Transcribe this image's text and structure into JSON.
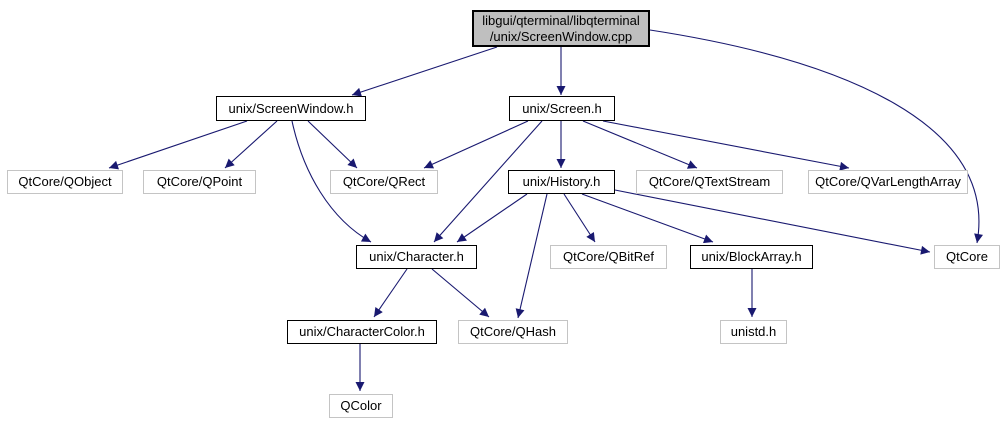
{
  "graph": {
    "type": "doxygen-include-dependency-graph",
    "edge_color": "#191970",
    "current_node_fill": "#bfbfbf",
    "internal_node_border": "#000000",
    "external_node_border": "#c4c4c4",
    "nodes": {
      "cpp": {
        "label": "libgui/qterminal/libqterminal\n/unix/ScreenWindow.cpp",
        "kind": "current"
      },
      "screenwindow_h": {
        "label": "unix/ScreenWindow.h",
        "kind": "internal"
      },
      "screen_h": {
        "label": "unix/Screen.h",
        "kind": "internal"
      },
      "qobject": {
        "label": "QtCore/QObject",
        "kind": "external"
      },
      "qpoint": {
        "label": "QtCore/QPoint",
        "kind": "external"
      },
      "qrect": {
        "label": "QtCore/QRect",
        "kind": "external"
      },
      "history_h": {
        "label": "unix/History.h",
        "kind": "internal"
      },
      "qtextstream": {
        "label": "QtCore/QTextStream",
        "kind": "external"
      },
      "qvarlengtharray": {
        "label": "QtCore/QVarLengthArray",
        "kind": "external"
      },
      "character_h": {
        "label": "unix/Character.h",
        "kind": "internal"
      },
      "qbitref": {
        "label": "QtCore/QBitRef",
        "kind": "external"
      },
      "blockarray_h": {
        "label": "unix/BlockArray.h",
        "kind": "internal"
      },
      "qtcore": {
        "label": "QtCore",
        "kind": "external"
      },
      "charactercolor_h": {
        "label": "unix/CharacterColor.h",
        "kind": "internal"
      },
      "qhash": {
        "label": "QtCore/QHash",
        "kind": "external"
      },
      "unistd_h": {
        "label": "unistd.h",
        "kind": "external"
      },
      "qcolor": {
        "label": "QColor",
        "kind": "external"
      }
    },
    "edges": [
      {
        "from": "cpp",
        "to": "screenwindow_h"
      },
      {
        "from": "cpp",
        "to": "screen_h"
      },
      {
        "from": "cpp",
        "to": "qtcore"
      },
      {
        "from": "screenwindow_h",
        "to": "qobject"
      },
      {
        "from": "screenwindow_h",
        "to": "qpoint"
      },
      {
        "from": "screenwindow_h",
        "to": "qrect"
      },
      {
        "from": "screenwindow_h",
        "to": "character_h"
      },
      {
        "from": "screen_h",
        "to": "qrect"
      },
      {
        "from": "screen_h",
        "to": "history_h"
      },
      {
        "from": "screen_h",
        "to": "qtextstream"
      },
      {
        "from": "screen_h",
        "to": "qvarlengtharray"
      },
      {
        "from": "screen_h",
        "to": "character_h"
      },
      {
        "from": "history_h",
        "to": "character_h"
      },
      {
        "from": "history_h",
        "to": "qhash"
      },
      {
        "from": "history_h",
        "to": "qbitref"
      },
      {
        "from": "history_h",
        "to": "blockarray_h"
      },
      {
        "from": "history_h",
        "to": "qtcore"
      },
      {
        "from": "character_h",
        "to": "charactercolor_h"
      },
      {
        "from": "character_h",
        "to": "qhash"
      },
      {
        "from": "charactercolor_h",
        "to": "qcolor"
      },
      {
        "from": "blockarray_h",
        "to": "unistd_h"
      }
    ]
  }
}
